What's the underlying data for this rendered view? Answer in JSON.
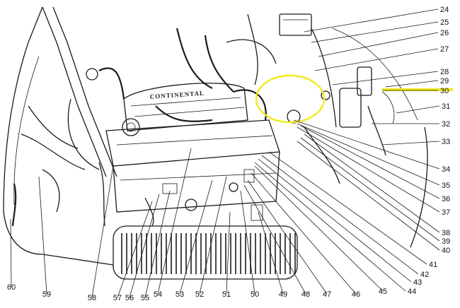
{
  "diagram": {
    "engine_label": "CONTINENTAL",
    "highlight_color": "#f2ea1c",
    "ink_color": "#1a1a1a",
    "callouts_right": [
      "24",
      "25",
      "26",
      "27",
      "28",
      "29",
      "30",
      "31",
      "32",
      "33",
      "34",
      "35",
      "36",
      "37",
      "38",
      "39",
      "40",
      "41",
      "42",
      "43",
      "44"
    ],
    "callouts_bottom": [
      "45",
      "46",
      "47",
      "48",
      "49",
      "50",
      "51",
      "52",
      "53",
      "54",
      "55",
      "56",
      "57",
      "58",
      "59",
      "60"
    ]
  }
}
